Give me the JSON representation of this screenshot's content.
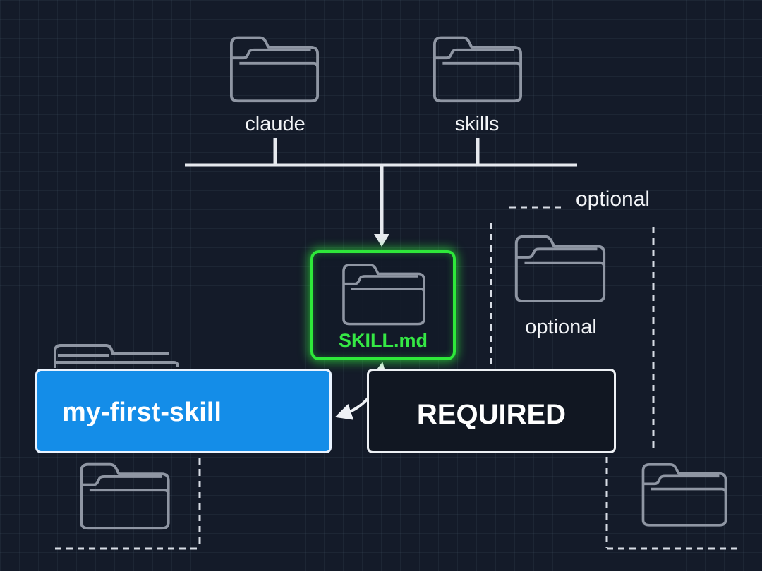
{
  "diagram": {
    "folders": {
      "claude": {
        "label": "claude",
        "icon": "folder-icon"
      },
      "skills": {
        "label": "skills",
        "icon": "folder-icon"
      },
      "skill_md": {
        "label": "SKILL.md",
        "icon": "folder-icon"
      },
      "optional_folder": {
        "label": "optional",
        "icon": "folder-icon"
      }
    },
    "optional_group_label": "optional",
    "my_first_skill": {
      "label": "my-first-skill",
      "icon": "folder-stack-icon"
    },
    "required": {
      "label": "REQUIRED"
    },
    "colors": {
      "background": "#141b29",
      "grid": "#2a3447",
      "highlight": "#2ee83a",
      "skill_box": "#148de8",
      "required_box": "#111722",
      "line": "#e6e9ee",
      "folder_stroke": "#8f96a3"
    }
  }
}
